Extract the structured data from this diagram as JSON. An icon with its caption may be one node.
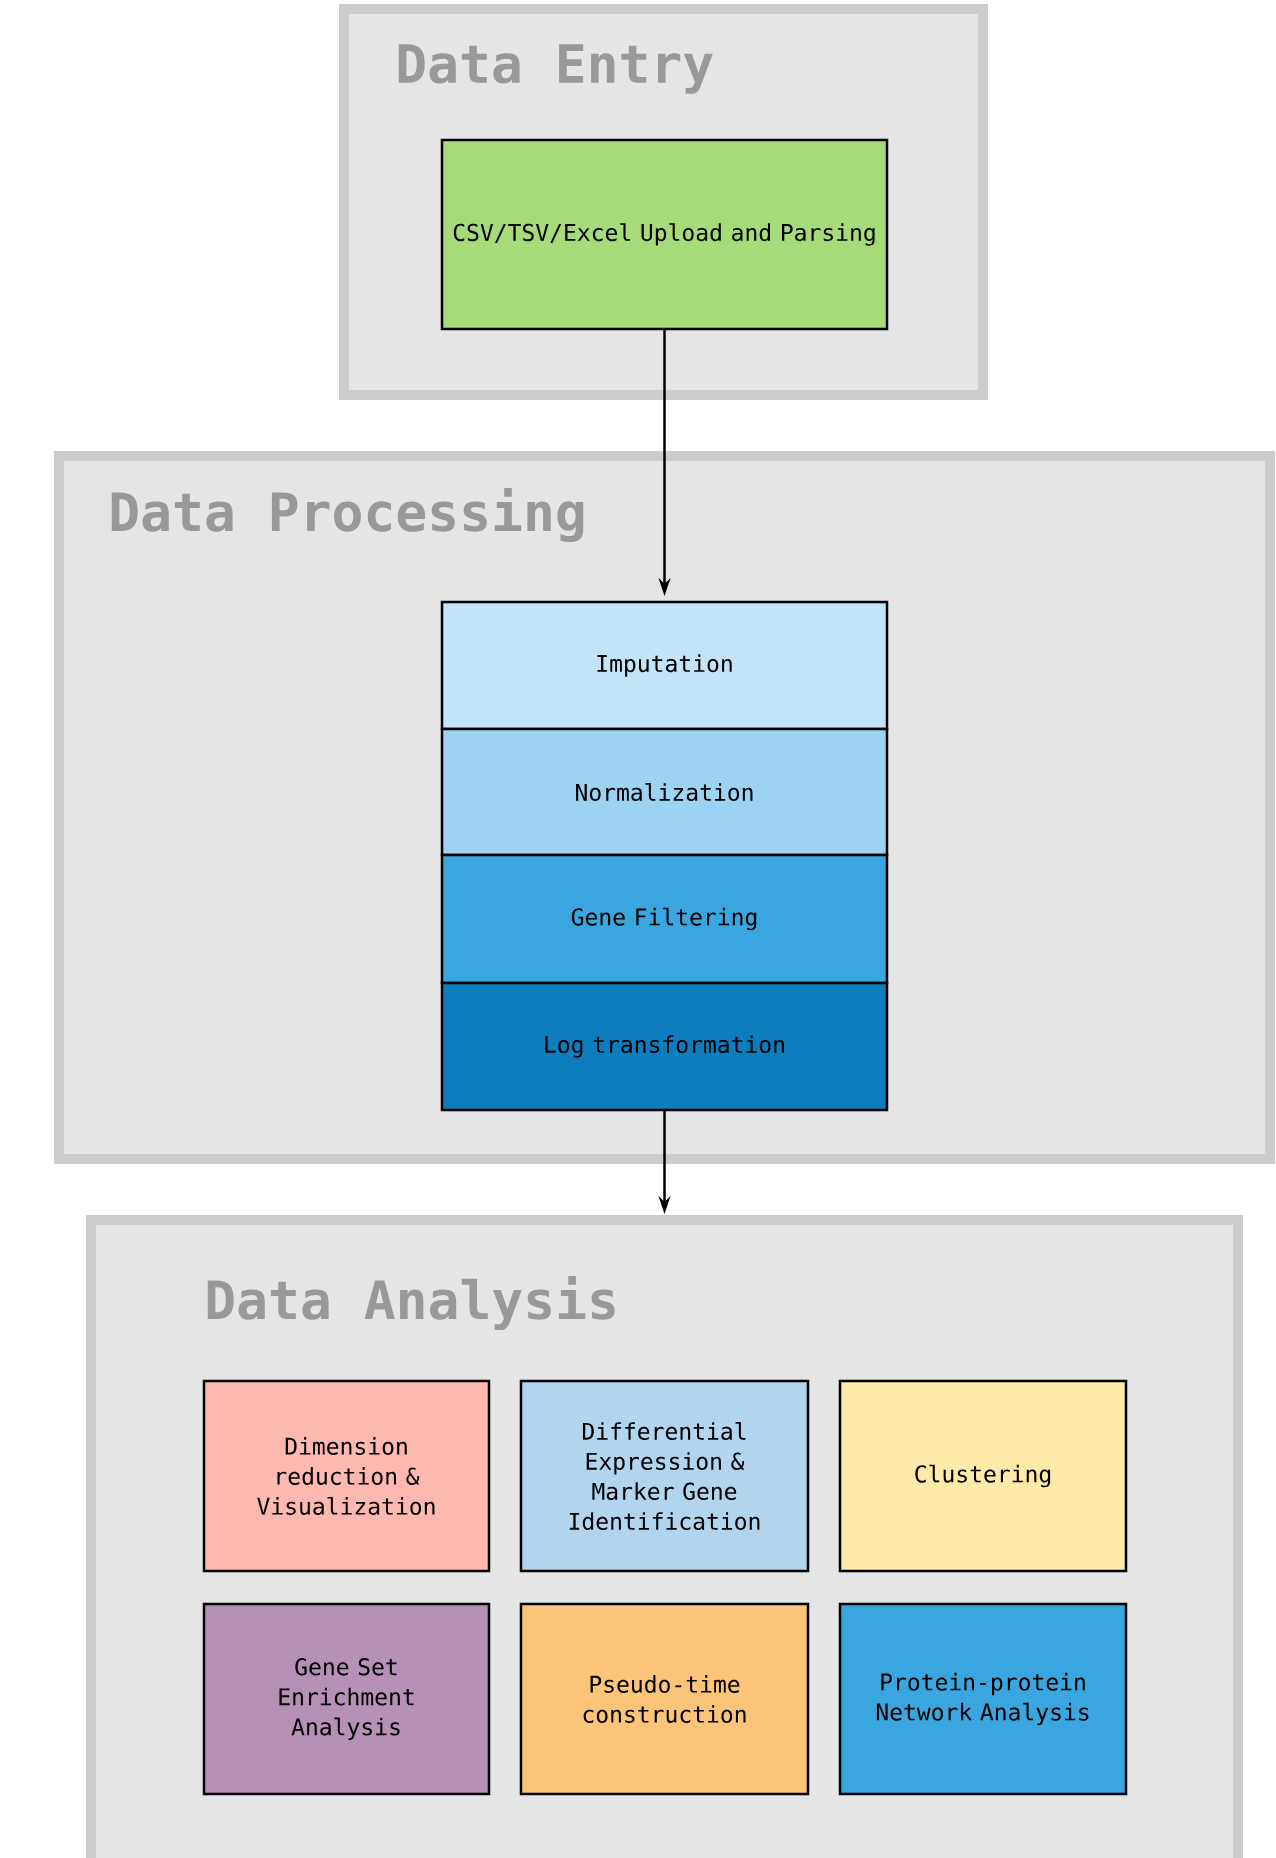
{
  "diagram": {
    "nodes": [
      {
        "text": [
          "Data Entry"
        ]
      },
      {
        "text": [
          "CSV/TSV/Excel Upload and Parsing"
        ],
        "in": 0
      },
      {
        "text": [
          "Data Processing"
        ]
      },
      {
        "text": [
          "Imputation"
        ],
        "in": 2
      },
      {
        "text": [
          "Normalization"
        ],
        "in": 2
      },
      {
        "text": [
          "Gene Filtering"
        ],
        "in": 2
      },
      {
        "text": [
          "Log transformation"
        ],
        "in": 2
      },
      {
        "text": [
          "Data Analysis"
        ]
      },
      {
        "text": [
          "Dimension reduction & Visualization"
        ],
        "in": 7
      },
      {
        "text": [
          "Differential Expression & Marker Gene Identification"
        ],
        "in": 7
      },
      {
        "text": [
          "Clustering"
        ],
        "in": 7
      },
      {
        "text": [
          "Gene Set Enrichment Analysis"
        ],
        "in": 7
      },
      {
        "text": [
          "Pseudo-time construction"
        ],
        "in": 7
      },
      {
        "text": [
          "Protein-protein Network Analysis"
        ],
        "in": 7
      }
    ],
    "edges": [
      {
        "from": 1,
        "to": 3,
        "arrow": "to"
      },
      {
        "from": 6,
        "to": 7,
        "arrow": "to"
      }
    ]
  }
}
